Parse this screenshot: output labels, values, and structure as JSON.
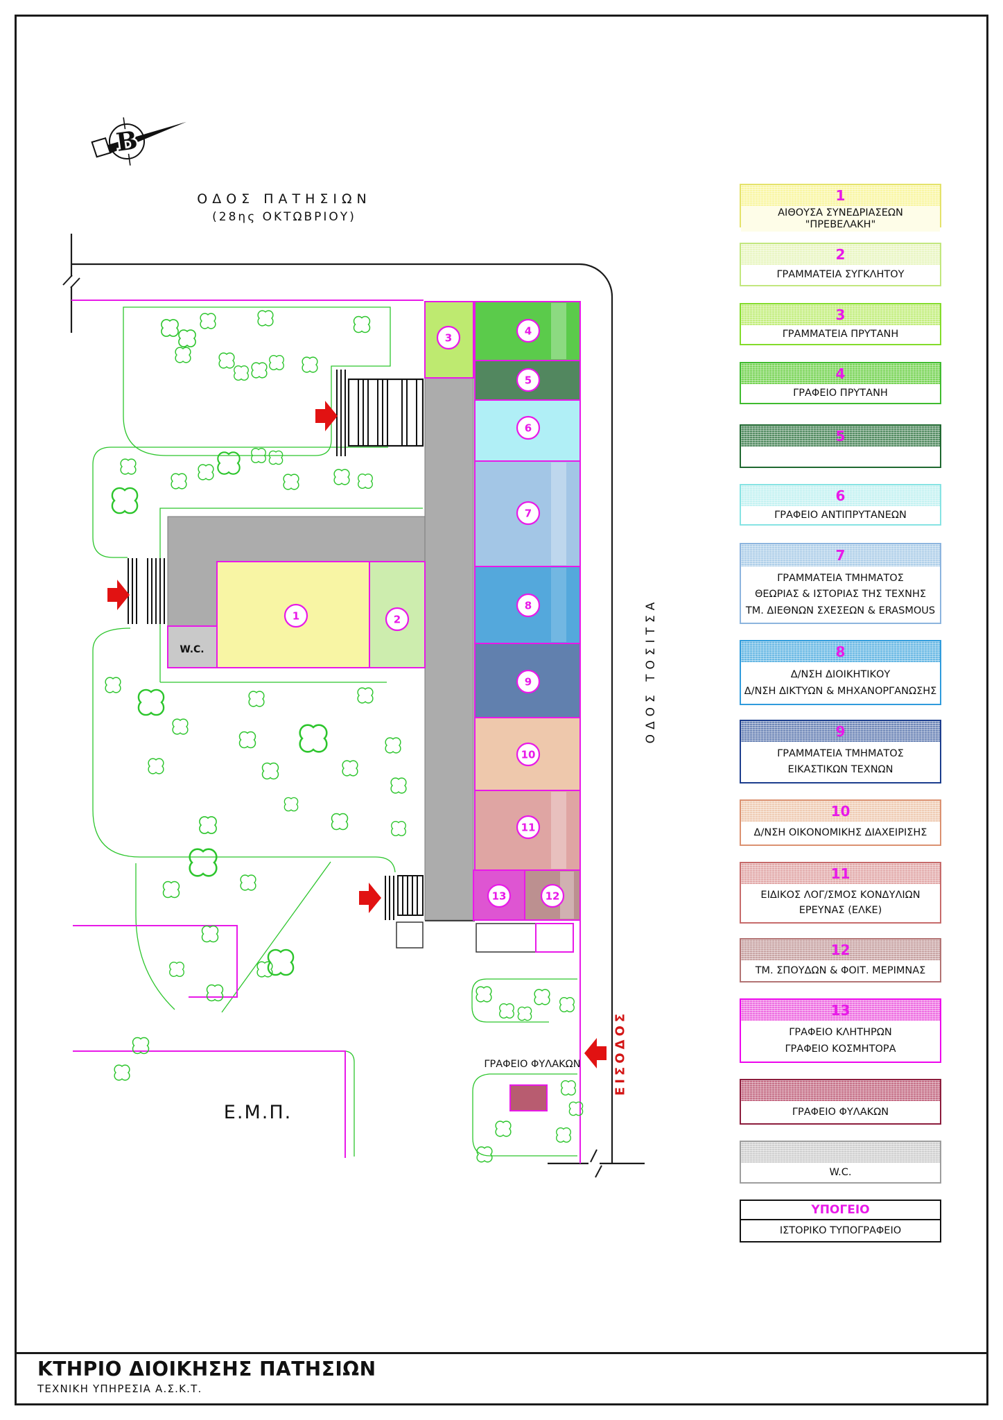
{
  "page": {
    "title": "ΚΤΗΡΙΟ ΔΙΟΙΚΗΣΗΣ ΠΑΤΗΣΙΩΝ",
    "subtitle": "ΤΕΧΝΙΚΗ ΥΠΗΡΕΣΙΑ Α.Σ.Κ.Τ."
  },
  "compass": {
    "label": "B"
  },
  "streets": {
    "top_line1": "ΟΔΟΣ ΠΑΤΗΣΙΩΝ",
    "top_line2": "(28ης ΟΚΤΩΒΡΙΟΥ)",
    "right": "ΟΔΟΣ ΤΟΣΙΤΣΑ",
    "entrance": "ΕΙΣΟΔΟΣ"
  },
  "plan": {
    "wc_label": "W.C.",
    "guard_label": "ΓΡΑΦΕΙΟ ΦΥΛΑΚΩΝ",
    "emp_label": "Ε.Μ.Π.",
    "guard_fill": "#B85C70",
    "wc_fill": "#C9C9C9",
    "rooms": [
      {
        "number": "1",
        "fill": "#F8F5A4"
      },
      {
        "number": "2",
        "fill": "#CDEDAE"
      },
      {
        "number": "3",
        "fill": "#BEEA70"
      },
      {
        "number": "4",
        "fill": "#5BCB4B"
      },
      {
        "number": "5",
        "fill": "#52875F"
      },
      {
        "number": "6",
        "fill": "#B0EFF6"
      },
      {
        "number": "7",
        "fill": "#A3C6E6"
      },
      {
        "number": "8",
        "fill": "#54A8DC"
      },
      {
        "number": "9",
        "fill": "#6180AE"
      },
      {
        "number": "10",
        "fill": "#EEC8AC"
      },
      {
        "number": "11",
        "fill": "#DFA5A3"
      },
      {
        "number": "12",
        "fill": "#BC9090"
      },
      {
        "number": "13",
        "fill": "#DE55D2"
      }
    ]
  },
  "legend": {
    "items": [
      {
        "number": "1",
        "lines": [
          "ΑΙΘΟΥΣΑ ΣΥΝΕΔΡΙΑΣΕΩΝ \"ΠΡΕΒΕΛΑΚΗ\""
        ],
        "colors": {
          "swatch": "#F9F6A2",
          "border": "#E4E26A",
          "label_bg": "#FEFDE8"
        }
      },
      {
        "number": "2",
        "lines": [
          "ΓΡΑΜΜΑΤΕΙΑ ΣΥΓΚΛΗΤΟΥ"
        ],
        "colors": {
          "swatch": "#E9F6C2",
          "border": "#C2E77E"
        }
      },
      {
        "number": "3",
        "lines": [
          "ΓΡΑΜΜΑΤΕΙΑ ΠΡΥΤΑΝΗ"
        ],
        "colors": {
          "swatch": "#C3EE7E",
          "border": "#83DC2A"
        }
      },
      {
        "number": "4",
        "lines": [
          "ΓΡΑΦΕΙΟ ΠΡΥΤΑΝΗ"
        ],
        "colors": {
          "swatch": "#79D457",
          "border": "#3FBB2F"
        }
      },
      {
        "number": "5",
        "lines": [],
        "colors": {
          "swatch": "#558D63",
          "border": "#1F6830"
        }
      },
      {
        "number": "6",
        "lines": [
          "ΓΡΑΦΕΙΟ ΑΝΤΙΠΡΥΤΑΝΕΩΝ"
        ],
        "colors": {
          "swatch": "#C5F2F2",
          "border": "#86E3E3"
        }
      },
      {
        "number": "7",
        "lines": [
          "ΓΡΑΜΜΑΤΕΙΑ ΤΜΗΜΑΤΟΣ",
          "ΘΕΩΡΙΑΣ & ΙΣΤΟΡΙΑΣ ΤΗΣ ΤΕΧΝΗΣ",
          "ΤΜ. ΔΙΕΘΝΩΝ ΣΧΕΣΕΩΝ & ERASMOUS"
        ],
        "colors": {
          "swatch": "#AFCFE9",
          "border": "#8CB4DE"
        }
      },
      {
        "number": "8",
        "lines": [
          "Δ/ΝΣΗ ΔΙΟΙΚΗΤΙΚΟΥ",
          "Δ/ΝΣΗ ΔΙΚΤΥΩΝ & ΜΗΧΑΝΟΡΓΑΝΩΣΗΣ"
        ],
        "colors": {
          "swatch": "#69B8E4",
          "border": "#2F9BDC"
        }
      },
      {
        "number": "9",
        "lines": [
          "ΓΡΑΜΜΑΤΕΙΑ ΤΜΗΜΑΤΟΣ",
          "ΕΙΚΑΣΤΙΚΩΝ ΤΕΧΝΩΝ"
        ],
        "colors": {
          "swatch": "#7088B8",
          "border": "#1C3D8D"
        }
      },
      {
        "number": "10",
        "lines": [
          "Δ/ΝΣΗ ΟΙΚΟΝΟΜΙΚΗΣ ΔΙΑΧΕΙΡΙΣΗΣ"
        ],
        "colors": {
          "swatch": "#EFCCB4",
          "border": "#DB9170"
        }
      },
      {
        "number": "11",
        "lines": [
          "ΕΙΔΙΚΟΣ ΛΟΓ/ΣΜΟΣ ΚΟΝΔΥΛΙΩΝ",
          "ΕΡΕΥΝΑΣ (ΕΛΚΕ)"
        ],
        "colors": {
          "swatch": "#E2AAAA",
          "border": "#C66A6A"
        }
      },
      {
        "number": "12",
        "lines": [
          "ΤΜ. ΣΠΟΥΔΩΝ & ΦΟΙΤ. ΜΕΡΙΜΝΑΣ"
        ],
        "colors": {
          "swatch": "#C9A5A5",
          "border": "#B27373"
        }
      },
      {
        "number": "13",
        "lines": [
          "ΓΡΑΦΕΙΟ ΚΛΗΤΗΡΩΝ",
          "ΓΡΑΦΕΙΟ ΚΟΣΜΗΤΟΡΑ"
        ],
        "colors": {
          "swatch": "#EE6FE2",
          "border": "#ED05ED"
        }
      },
      {
        "number": "",
        "lines": [
          "ΓΡΑΦΕΙΟ ΦΥΛΑΚΩΝ"
        ],
        "colors": {
          "swatch": "#C56E86",
          "border": "#8C1C3C"
        }
      },
      {
        "number": "",
        "lines": [
          "W.C."
        ],
        "colors": {
          "swatch": "#D0D0D0",
          "border": "#9D9D9D"
        }
      },
      {
        "number": "",
        "type": "basement",
        "title": "ΥΠΟΓΕΙΟ",
        "lines": [
          "ΙΣΤΟΡΙΚΟ ΤΥΠΟΓΡΑΦΕΙΟ"
        ],
        "colors": {
          "swatch": "#FFFFFF",
          "border": "#111111"
        }
      }
    ]
  },
  "colors": {
    "accent_magenta": "#E819E8",
    "entrance_red": "#D31616",
    "arrow_red": "#E11212",
    "tree_green": "#2CC52C",
    "corridor_gray": "#ACACAC",
    "line_black": "#1a1a1a"
  }
}
